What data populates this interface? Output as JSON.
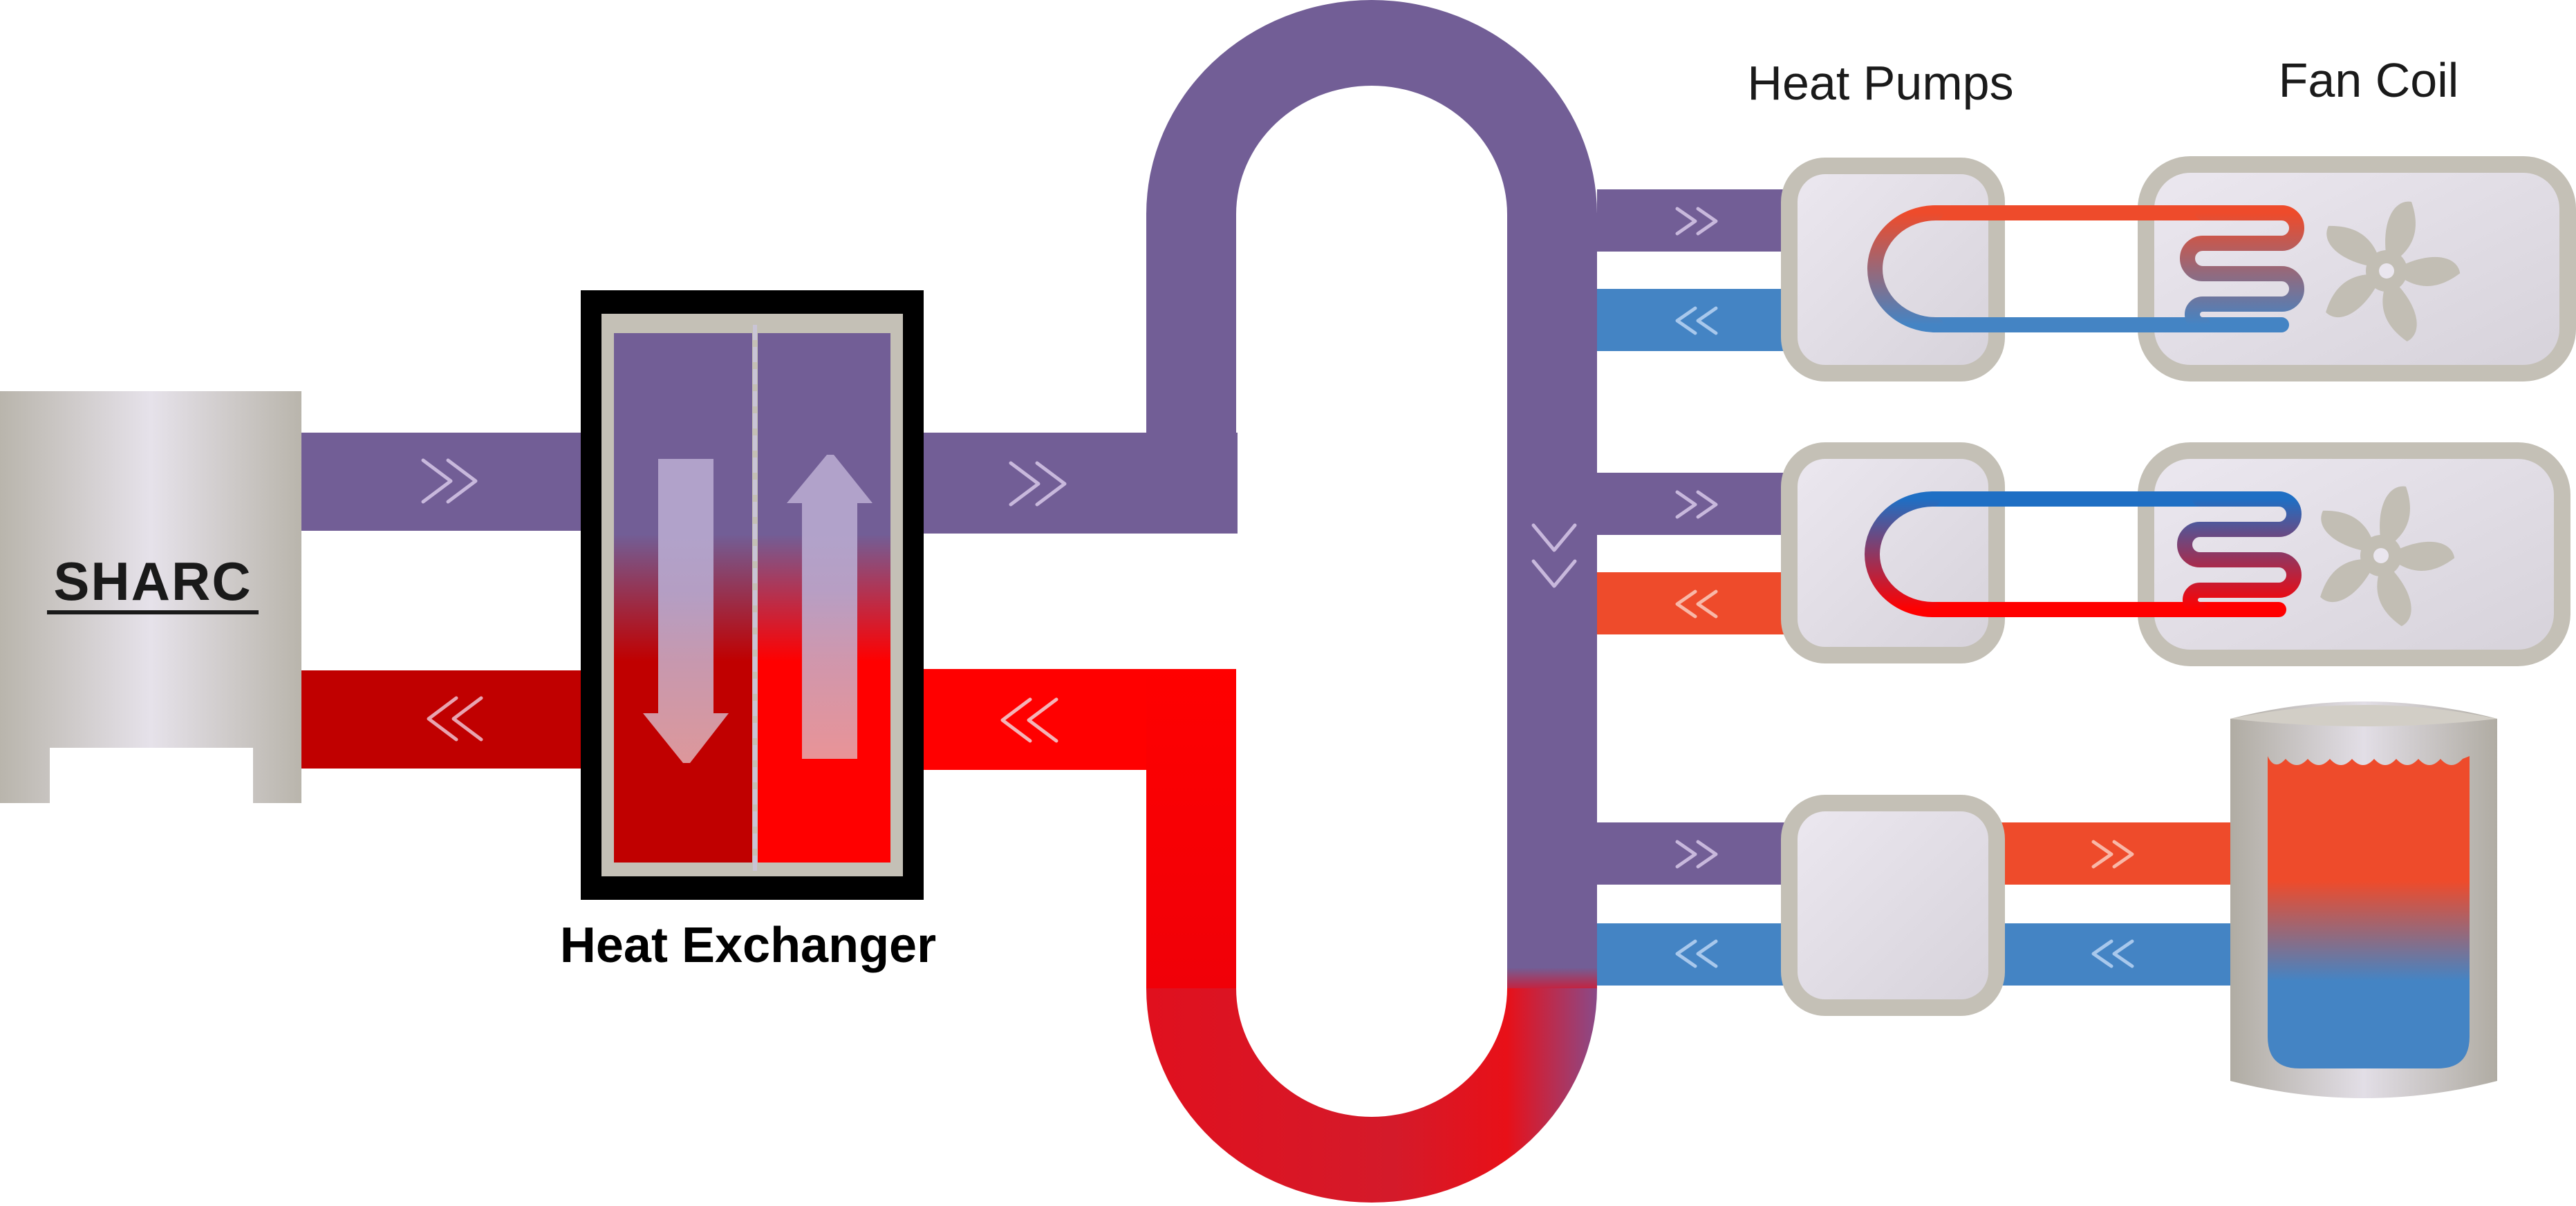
{
  "labels": {
    "heat_exchanger": "Heat Exchanger",
    "heat_pumps": "Heat Pumps",
    "fan_coil": "Fan Coil"
  },
  "logo_text": "SHARC",
  "colors": {
    "loop_purple": "#725e96",
    "hot_red": "#ff0000",
    "dark_red": "#c00000",
    "warm_orange": "#ee4b2b",
    "cool_blue": "#4484c4",
    "unit_grey": "#c4c0b6",
    "unit_light": "#e6e2ea",
    "exchanger_frame": "#000000",
    "fan_grey": "#c2beb4"
  },
  "icons": {
    "sharc_unit": "sharc-unit-icon",
    "heat_exchanger": "heat-exchanger-icon",
    "heat_pump": "heat-pump-icon",
    "fan_coil": "fan-coil-icon",
    "fan": "fan-icon",
    "water_tank": "water-tank-icon",
    "flow_arrow": "flow-chevron-icon"
  }
}
